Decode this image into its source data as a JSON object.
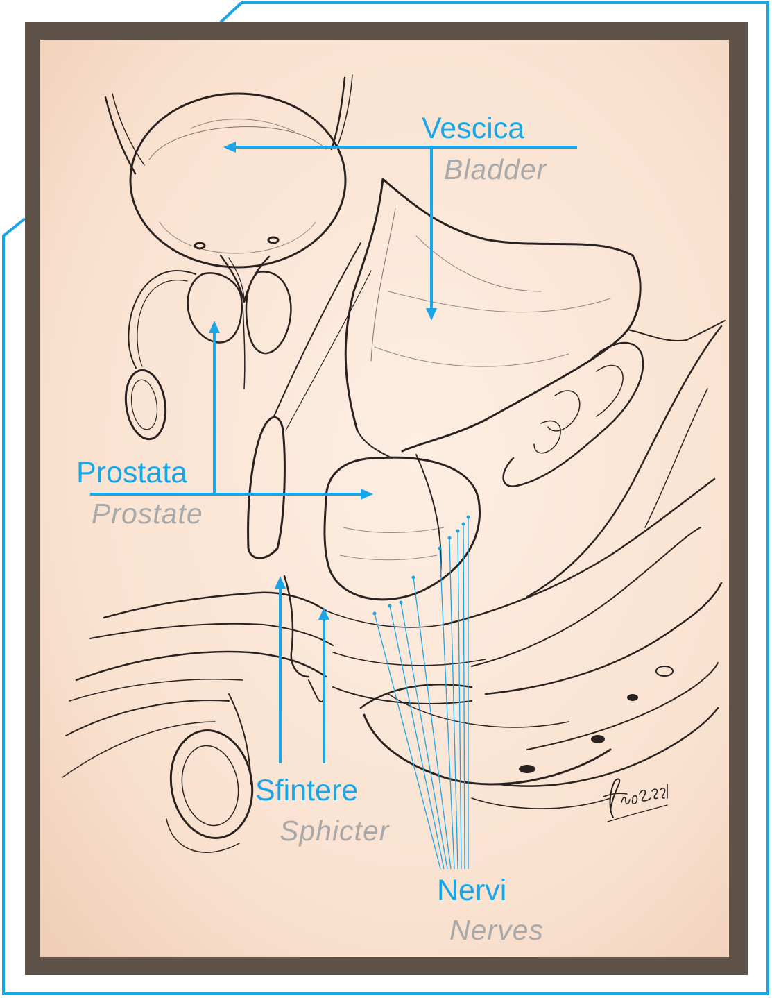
{
  "colors": {
    "frame_outline": "#1aa6e6",
    "mat_brown": "#5f5248",
    "paper": "#fbe6d6",
    "label_blue": "#1aa6e6",
    "label_gray": "#a9a9a9",
    "pencil": "#2a2220"
  },
  "labels": {
    "bladder_it": "Vescica",
    "bladder_en": "Bladder",
    "prostate_it": "Prostata",
    "prostate_en": "Prostate",
    "sphincter_it": "Sfintere",
    "sphincter_en": "Sphicter",
    "nerves_it": "Nervi",
    "nerves_en": "Nerves"
  },
  "signature": {
    "text": "Fabio 2021"
  }
}
